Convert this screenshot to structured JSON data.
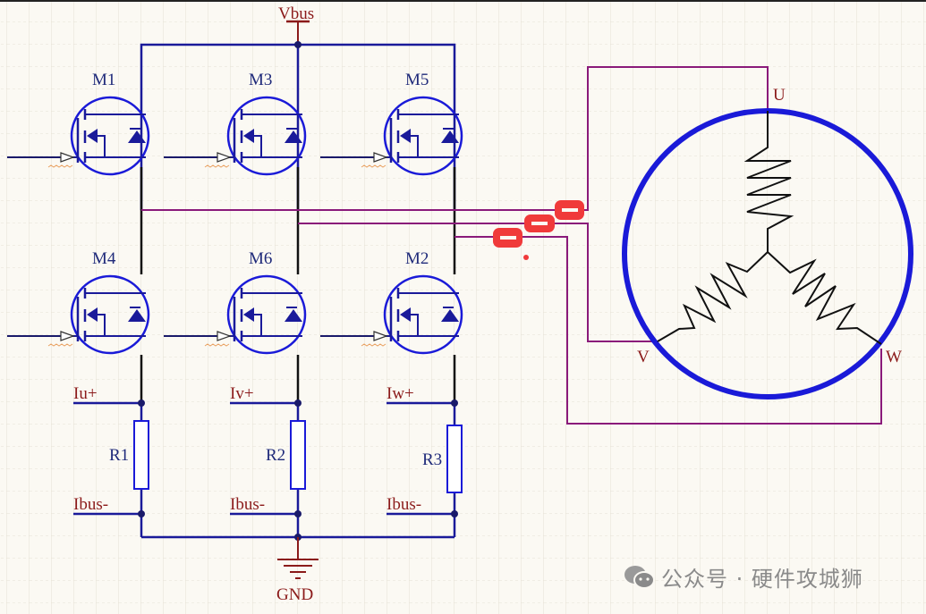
{
  "title": "Three-phase inverter bridge driving BLDC motor with low-side shunt sensing",
  "power": {
    "supply_label": "Vbus",
    "ground_label": "GND"
  },
  "mosfets": [
    {
      "ref": "M1",
      "position": "high-side",
      "phase": "U"
    },
    {
      "ref": "M3",
      "position": "high-side",
      "phase": "V"
    },
    {
      "ref": "M5",
      "position": "high-side",
      "phase": "W"
    },
    {
      "ref": "M4",
      "position": "low-side",
      "phase": "U"
    },
    {
      "ref": "M6",
      "position": "low-side",
      "phase": "V"
    },
    {
      "ref": "M2",
      "position": "low-side",
      "phase": "W"
    }
  ],
  "shunts": [
    {
      "ref": "R1",
      "top_net": "Iu+",
      "bottom_net": "Ibus-"
    },
    {
      "ref": "R2",
      "top_net": "Iv+",
      "bottom_net": "Ibus-"
    },
    {
      "ref": "R3",
      "top_net": "Iw+",
      "bottom_net": "Ibus-"
    }
  ],
  "motor": {
    "terminals": [
      "U",
      "V",
      "W"
    ],
    "winding": "star"
  },
  "colors": {
    "wire": "#1a1a9a",
    "phase_wire": "#8a1a7a",
    "motor_circle": "#1a1ad8",
    "net_label": "#8b1a1a",
    "annotation": "#f03a3a"
  },
  "watermark": {
    "text": "公众号 · 硬件攻城狮",
    "icon": "wechat-icon"
  }
}
